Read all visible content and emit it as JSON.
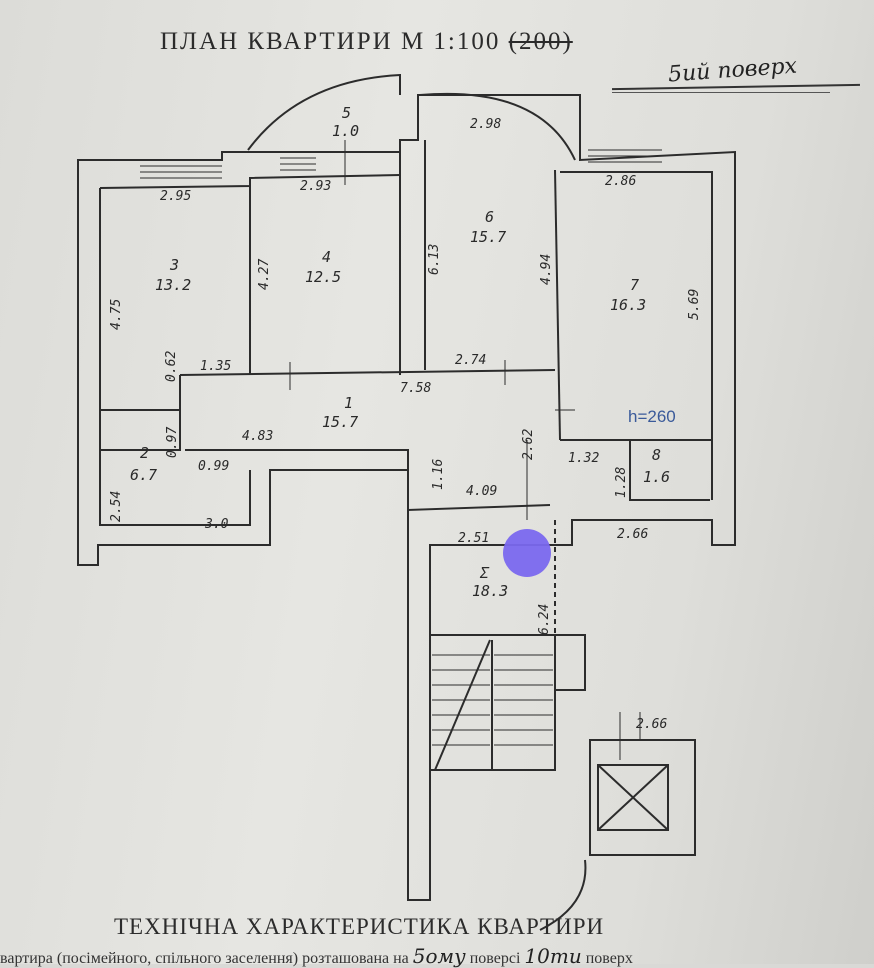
{
  "header": {
    "title_main": "ПЛАН  КВАРТИРИ  М 1:100",
    "title_struck": "(200)",
    "floor_note": "5ий поверх"
  },
  "rooms": [
    {
      "number": "1",
      "area": "15.7"
    },
    {
      "number": "2",
      "area": "6.7"
    },
    {
      "number": "3",
      "area": "13.2"
    },
    {
      "number": "4",
      "area": "12.5"
    },
    {
      "number": "5",
      "area": "1.0"
    },
    {
      "number": "6",
      "area": "15.7"
    },
    {
      "number": "7",
      "area": "16.3"
    },
    {
      "number": "8",
      "area": "1.6"
    },
    {
      "number": "Σ",
      "area": "18.3"
    }
  ],
  "dimensions": {
    "d_2_95": "2.95",
    "d_2_93": "2.93",
    "d_2_98": "2.98",
    "d_2_86": "2.86",
    "d_4_75": "4.75",
    "d_4_27": "4.27",
    "d_6_13": "6.13",
    "d_4_94": "4.94",
    "d_5_69": "5.69",
    "d_0_62": "0.62",
    "d_1_35": "1.35",
    "d_2_74": "2.74",
    "d_7_58": "7.58",
    "d_4_83": "4.83",
    "d_0_97": "0.97",
    "d_0_99": "0.99",
    "d_2_54": "2.54",
    "d_3_0": "3.0",
    "d_1_16": "1.16",
    "d_2_62": "2.62",
    "d_1_32": "1.32",
    "d_1_28": "1.28",
    "d_4_09": "4.09",
    "d_2_51": "2.51",
    "d_2_66a": "2.66",
    "d_6_24": "6.24",
    "d_2_66b": "2.66"
  },
  "height_note": "h=260",
  "footer": {
    "title": "ТЕХНІЧНА ХАРАКТЕРИСТИКА КВАРТИРИ",
    "line_start": "вартира (посімейного, спільного заселення) розташована на",
    "floor_value": "5ому",
    "line_mid": "поверсі",
    "floors_total": "10ти",
    "line_end": "поверх"
  },
  "colors": {
    "marker": "#7a68ee",
    "ink": "#2a2a2a",
    "height_note": "#3a5a9a"
  }
}
